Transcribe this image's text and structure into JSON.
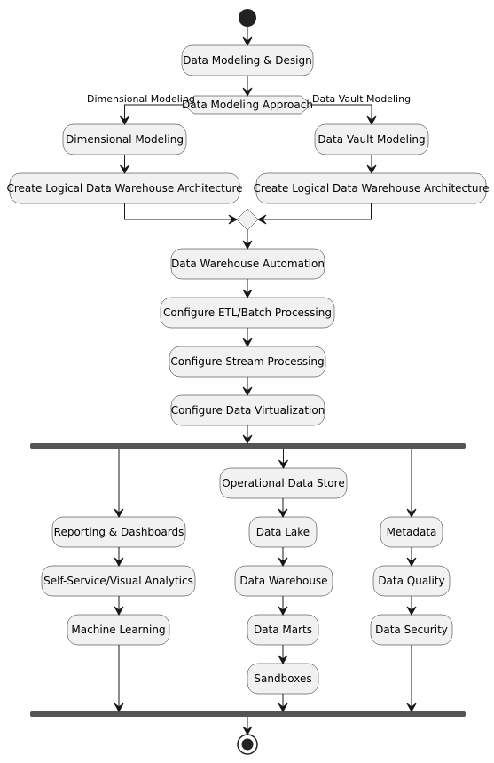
{
  "diagram": {
    "type": "activity",
    "colors": {
      "node_fill": "#F1F1F1",
      "node_stroke": "#181818",
      "bar": "#555555",
      "start": "#222222"
    },
    "steps": {
      "design": "Data Modeling & Design",
      "decision": "Data Modeling Approach",
      "branch_left": "Dimensional Modeling",
      "branch_right": "Data Vault Modeling",
      "dimensional": "Dimensional Modeling",
      "vault": "Data Vault Modeling",
      "logical_left": "Create Logical Data Warehouse Architecture",
      "logical_right": "Create Logical Data Warehouse Architecture",
      "automation": "Data Warehouse Automation",
      "etl": "Configure ETL/Batch Processing",
      "stream": "Configure Stream Processing",
      "virtualization": "Configure Data Virtualization"
    },
    "fork": {
      "analytics": [
        "Reporting & Dashboards",
        "Self-Service/Visual Analytics",
        "Machine Learning"
      ],
      "storage": [
        "Operational Data Store",
        "Data Lake",
        "Data Warehouse",
        "Data Marts",
        "Sandboxes"
      ],
      "governance": [
        "Metadata",
        "Data Quality",
        "Data Security"
      ]
    }
  }
}
